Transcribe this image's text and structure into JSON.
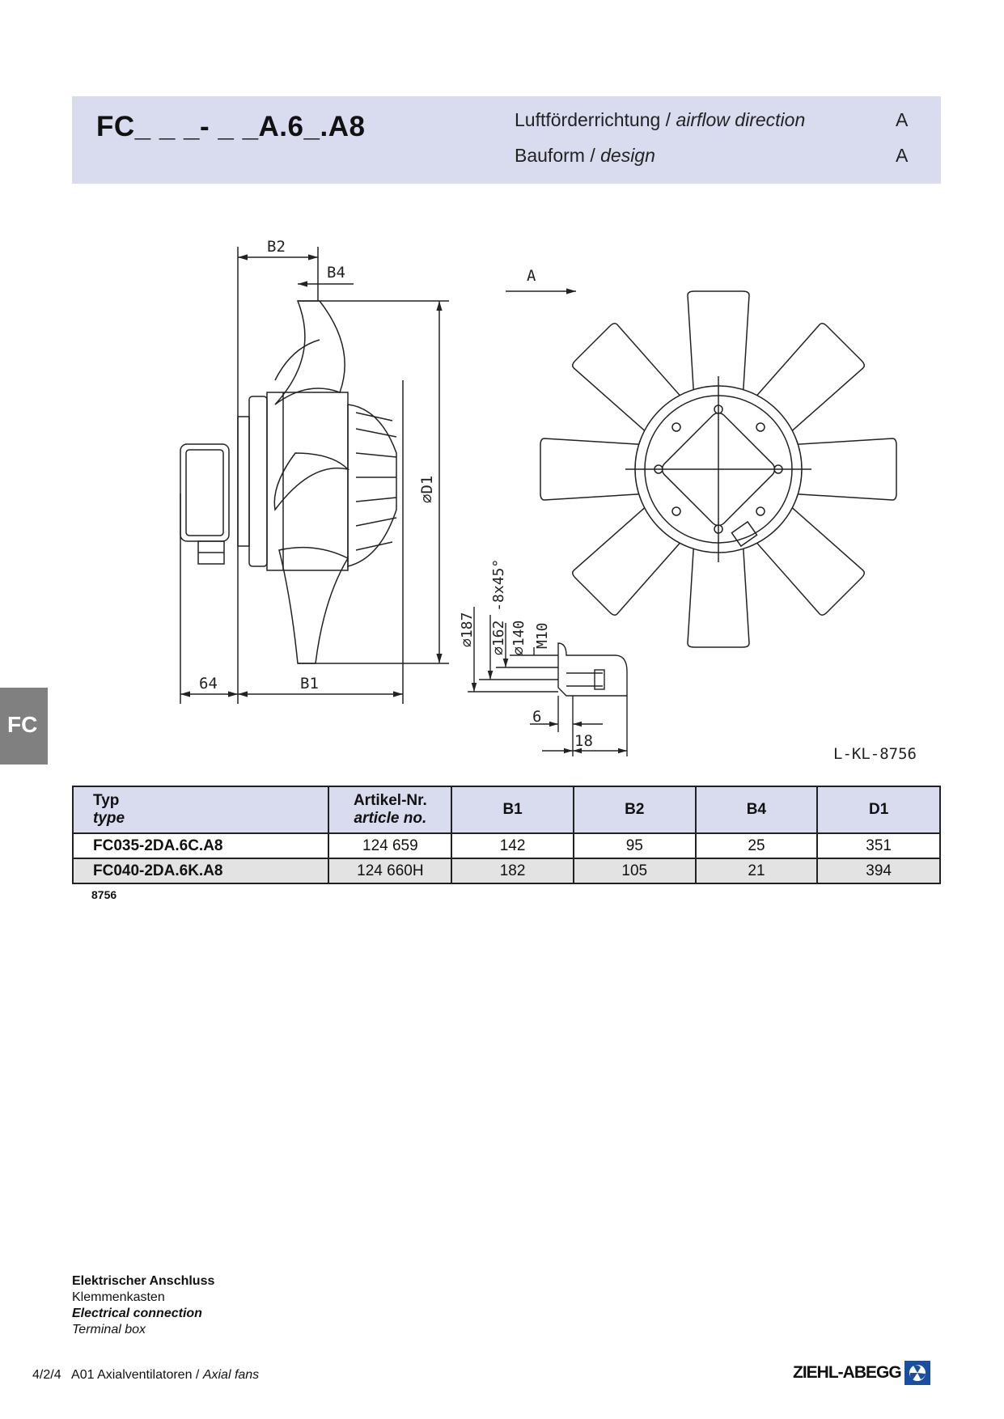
{
  "header": {
    "model": "FC_ _ _- _ _A.6_.A8",
    "row1_label_de": "Luftförderrichtung / ",
    "row1_label_en": "airflow direction",
    "row1_value": "A",
    "row2_label_de": "Bauform  / ",
    "row2_label_en": "design",
    "row2_value": "A"
  },
  "drawing": {
    "labels": {
      "b2": "B2",
      "b4": "B4",
      "d1": "⌀D1",
      "dim64": "64",
      "b1": "B1",
      "arrow": "A",
      "d187": "⌀187",
      "d162": "⌀162 -8x45°",
      "d140": "⌀140",
      "m10": "M10",
      "dim6": "6",
      "dim18": "18",
      "ref": "L-KL-8756"
    }
  },
  "side_tab": "FC",
  "table": {
    "headers": {
      "typ_de": "Typ",
      "typ_en": "type",
      "art_de": "Artikel-Nr.",
      "art_en": "article no.",
      "b1": "B1",
      "b2": "B2",
      "b4": "B4",
      "d1": "D1"
    },
    "rows": [
      {
        "type": "FC035-2DA.6C.A8",
        "article": "124 659",
        "b1": "142",
        "b2": "95",
        "b4": "25",
        "d1": "351"
      },
      {
        "type": "FC040-2DA.6K.A8",
        "article": "124 660H",
        "b1": "182",
        "b2": "105",
        "b4": "21",
        "d1": "394"
      }
    ]
  },
  "note": "8756",
  "electrical": {
    "line1": "Elektrischer Anschluss",
    "line2": "Klemmenkasten",
    "line3": "Electrical connection",
    "line4": "Terminal box"
  },
  "footer": {
    "page": "4/2/4",
    "section_de": "A01 Axialventilatoren / ",
    "section_en": "Axial fans"
  },
  "brand": {
    "name": "ZIEHL-ABEGG",
    "color": "#1a4fa0"
  }
}
